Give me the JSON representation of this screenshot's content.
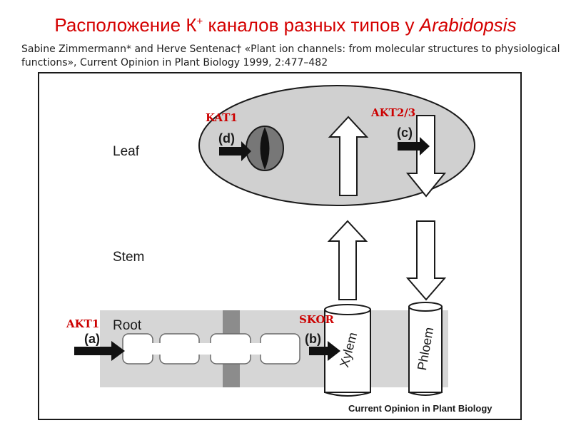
{
  "slide": {
    "title_main": "Расположение К",
    "title_sup": "+",
    "title_rest": " каналов разных типов у ",
    "title_italic": "Arabidopsis",
    "citation": "Sabine Zimmermann* and Herve Sentenac† «Plant ion channels: from molecular structures to physiological functions», Current Opinion in Plant Biology 1999, 2:477–482"
  },
  "diagram": {
    "region_labels": {
      "leaf": "Leaf",
      "stem": "Stem",
      "root": "Root"
    },
    "tissue_labels": {
      "xylem": "Xylem",
      "phloem": "Phloem"
    },
    "site_labels": {
      "a": "(a)",
      "b": "(b)",
      "c": "(c)",
      "d": "(d)"
    },
    "channel_labels": {
      "akt1": "AKT1",
      "skor": "SKOR",
      "kat1": "KAT1",
      "akt23": "AKT2/3"
    },
    "credit": "Current Opinion in Plant Biology"
  }
}
